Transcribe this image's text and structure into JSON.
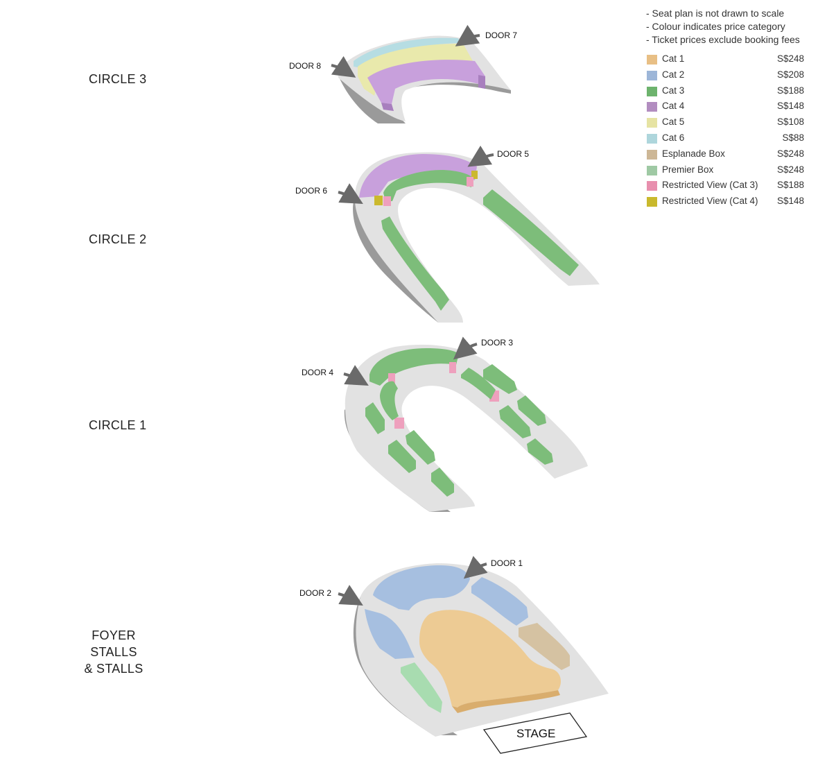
{
  "levels": {
    "circle3": "CIRCLE 3",
    "circle2": "CIRCLE 2",
    "circle1": "CIRCLE 1",
    "stalls_line1": "FOYER STALLS",
    "stalls_line2": "& STALLS"
  },
  "doors": {
    "door1": "DOOR 1",
    "door2": "DOOR 2",
    "door3": "DOOR 3",
    "door4": "DOOR 4",
    "door5": "DOOR 5",
    "door6": "DOOR 6",
    "door7": "DOOR 7",
    "door8": "DOOR 8"
  },
  "stage": "STAGE",
  "notes": [
    "- Seat plan is not drawn to scale",
    "- Colour indicates price category",
    "- Ticket prices exclude booking fees"
  ],
  "legend": [
    {
      "label": "Cat 1",
      "price": "S$248",
      "color": "#e8bf85"
    },
    {
      "label": "Cat 2",
      "price": "S$208",
      "color": "#9db6d8"
    },
    {
      "label": "Cat 3",
      "price": "S$188",
      "color": "#6db36d"
    },
    {
      "label": "Cat 4",
      "price": "S$148",
      "color": "#b28dc0"
    },
    {
      "label": "Cat 5",
      "price": "S$108",
      "color": "#e6e3a3"
    },
    {
      "label": "Cat 6",
      "price": "S$88",
      "color": "#aed6dc"
    },
    {
      "label": "Esplanade Box",
      "price": "S$248",
      "color": "#cdb796"
    },
    {
      "label": "Premier Box",
      "price": "S$248",
      "color": "#9fc9a4"
    },
    {
      "label": "Restricted View (Cat 3)",
      "price": "S$188",
      "color": "#e88fae"
    },
    {
      "label": "Restricted View (Cat 4)",
      "price": "S$148",
      "color": "#c9b92d"
    }
  ],
  "colors": {
    "floor": "#e2e2e2",
    "floor_side": "#9a9a9a",
    "arrow": "#6a6a6a",
    "cat1": "#edcb94",
    "cat2": "#a6bfe0",
    "cat3": "#7dbd7a",
    "cat4": "#c8a0dc",
    "cat5": "#e9e9ac",
    "cat6": "#b6dde3",
    "esplanade": "#d5c2a2",
    "premier": "#a8dcb0",
    "restricted3": "#eea0bd",
    "restricted4": "#cbb92e"
  }
}
